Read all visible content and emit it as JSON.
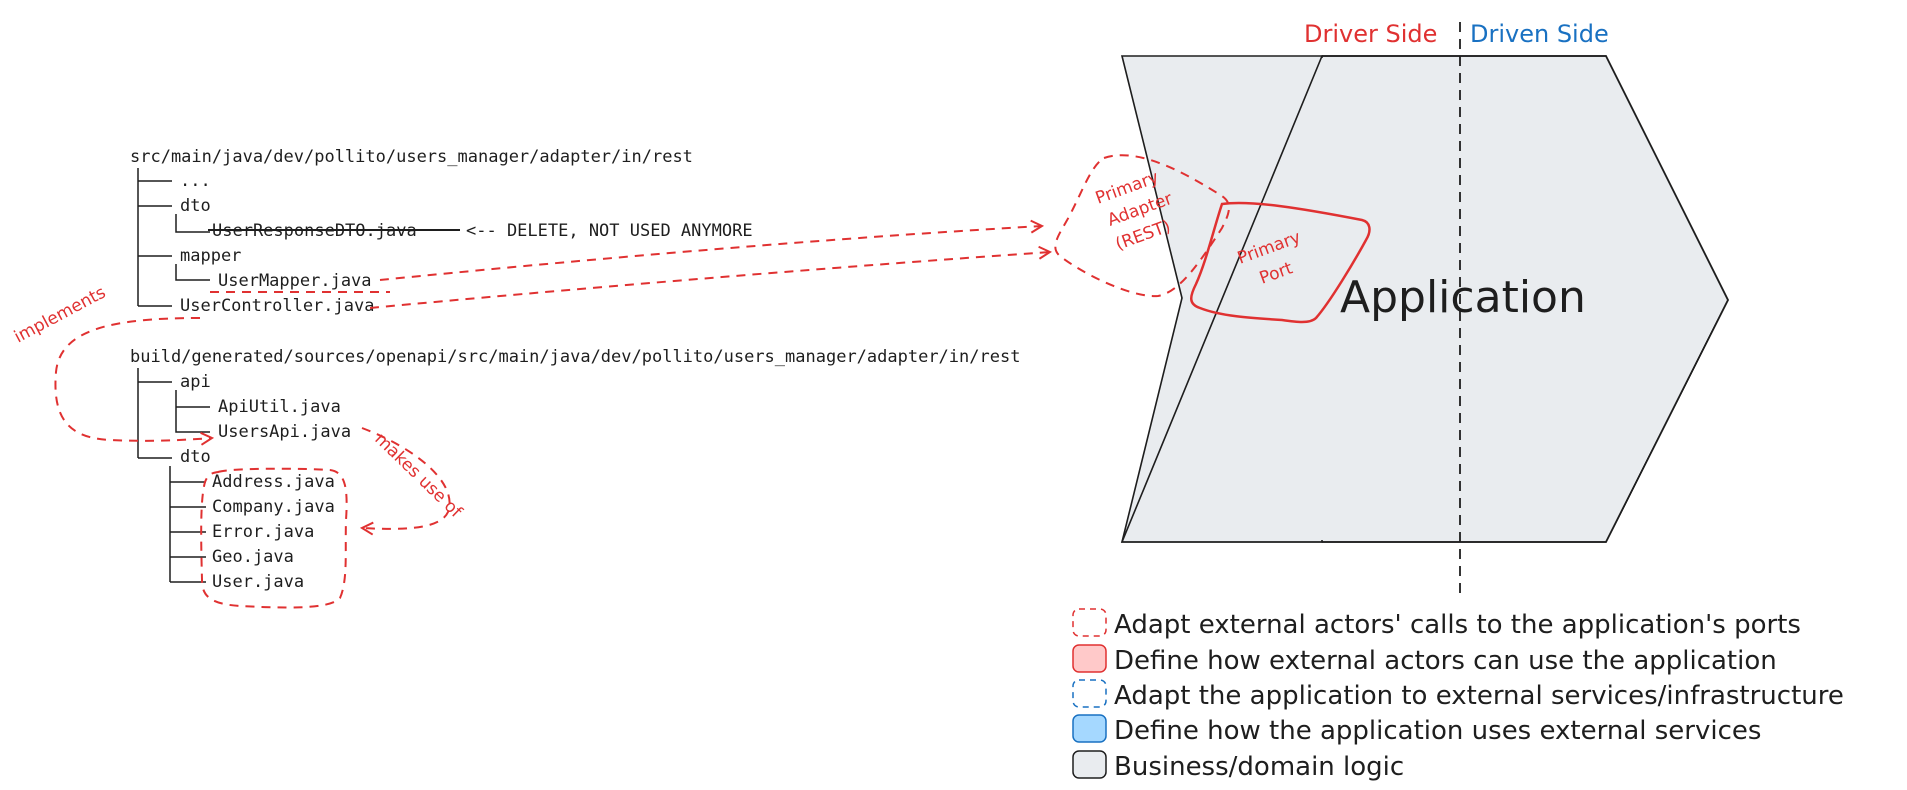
{
  "tree_rest": {
    "root": "src/main/java/dev/pollito/users_manager/adapter/in/rest",
    "items": [
      "...",
      "dto",
      "UserResponseDTO.java",
      "mapper",
      "UserMapper.java",
      "UserController.java"
    ],
    "delete_note": "<-- DELETE, NOT USED ANYMORE"
  },
  "tree_generated": {
    "root": "build/generated/sources/openapi/src/main/java/dev/pollito/users_manager/adapter/in/rest",
    "items": [
      "api",
      "ApiUtil.java",
      "UsersApi.java",
      "dto",
      "Address.java",
      "Company.java",
      "Error.java",
      "Geo.java",
      "User.java"
    ]
  },
  "annotations": {
    "implements": "implements",
    "makes_use_of": "makes use of",
    "primary_adapter": [
      "Primary",
      "Adapter",
      "(REST)"
    ],
    "primary_port": [
      "Primary",
      "Port"
    ]
  },
  "hexagon": {
    "driver_side": "Driver Side",
    "driven_side": "Driven Side",
    "application": "Application"
  },
  "legend": [
    {
      "text": "Adapt external actors' calls to the application's ports",
      "style": "red-dashed"
    },
    {
      "text": "Define how external actors can use the application",
      "style": "red-filled"
    },
    {
      "text": "Adapt the application to external services/infrastructure",
      "style": "blue-dashed"
    },
    {
      "text": "Define how the application uses external services",
      "style": "blue-filled"
    },
    {
      "text": "Business/domain logic",
      "style": "gray-filled"
    }
  ],
  "colors": {
    "red": "#e03131",
    "red_fill": "#ffc9c9",
    "blue": "#1971c2",
    "blue_fill": "#a5d8ff",
    "gray_fill": "#e9ecef",
    "ink": "#1e1e1e"
  }
}
